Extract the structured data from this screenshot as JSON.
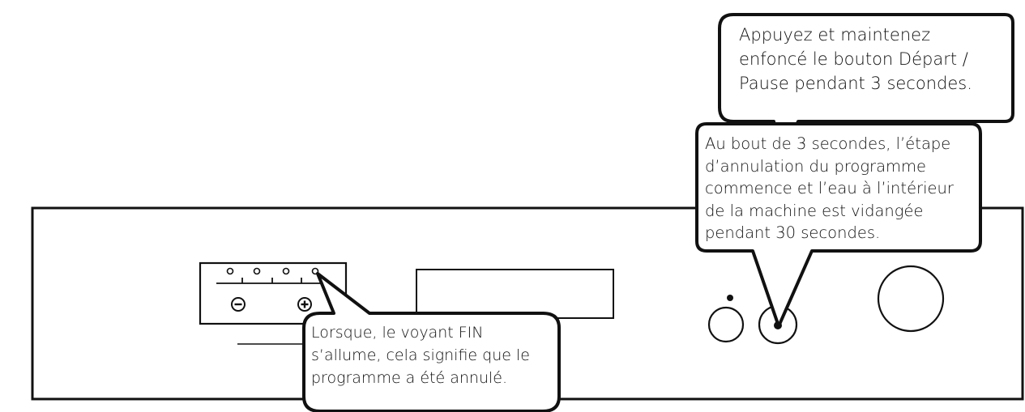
{
  "callouts": {
    "top": {
      "lines": [
        "Appuyez et maintenez",
        "enfoncé le bouton Départ /",
        "Pause pendant 3 secondes."
      ]
    },
    "middle": {
      "lines": [
        "Au bout de 3 secondes, l’étape",
        "d’annulation du programme",
        "commence et l’eau à l’intérieur",
        "de la machine est vidangée",
        "pendant 30 secondes."
      ]
    },
    "bottom": {
      "lines": [
        "Lorsque, le voyant FIN",
        "s’allume, cela signifie que le",
        "programme a été annulé."
      ]
    }
  },
  "panel": {
    "minus_symbol": "⊖",
    "plus_symbol": "⊕",
    "indicator_count": 4
  },
  "colors": {
    "stroke": "#111111",
    "background": "#ffffff"
  }
}
